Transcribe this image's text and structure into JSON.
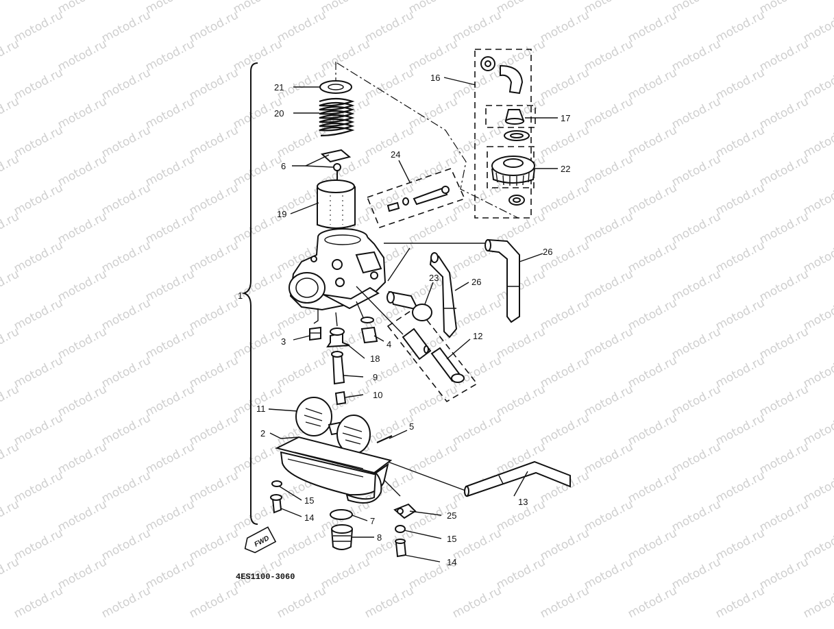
{
  "watermark": {
    "text": "motod.ru"
  },
  "diagram": {
    "part_code": "4ES1100-3060",
    "fwd_icon_label": "FWD",
    "callouts": [
      {
        "id": "c1",
        "label": "1"
      },
      {
        "id": "c2",
        "label": "2"
      },
      {
        "id": "c3",
        "label": "3"
      },
      {
        "id": "c4",
        "label": "4"
      },
      {
        "id": "c5",
        "label": "5"
      },
      {
        "id": "c6",
        "label": "6"
      },
      {
        "id": "c7",
        "label": "7"
      },
      {
        "id": "c8",
        "label": "8"
      },
      {
        "id": "c9",
        "label": "9"
      },
      {
        "id": "c10",
        "label": "10"
      },
      {
        "id": "c11",
        "label": "11"
      },
      {
        "id": "c12",
        "label": "12"
      },
      {
        "id": "c13",
        "label": "13"
      },
      {
        "id": "c14a",
        "label": "14"
      },
      {
        "id": "c14b",
        "label": "14"
      },
      {
        "id": "c15a",
        "label": "15"
      },
      {
        "id": "c15b",
        "label": "15"
      },
      {
        "id": "c16",
        "label": "16"
      },
      {
        "id": "c17",
        "label": "17"
      },
      {
        "id": "c18",
        "label": "18"
      },
      {
        "id": "c19",
        "label": "19"
      },
      {
        "id": "c20",
        "label": "20"
      },
      {
        "id": "c21",
        "label": "21"
      },
      {
        "id": "c22",
        "label": "22"
      },
      {
        "id": "c23",
        "label": "23"
      },
      {
        "id": "c24",
        "label": "24"
      },
      {
        "id": "c25",
        "label": "25"
      },
      {
        "id": "c26a",
        "label": "26"
      },
      {
        "id": "c26b",
        "label": "26"
      }
    ]
  }
}
